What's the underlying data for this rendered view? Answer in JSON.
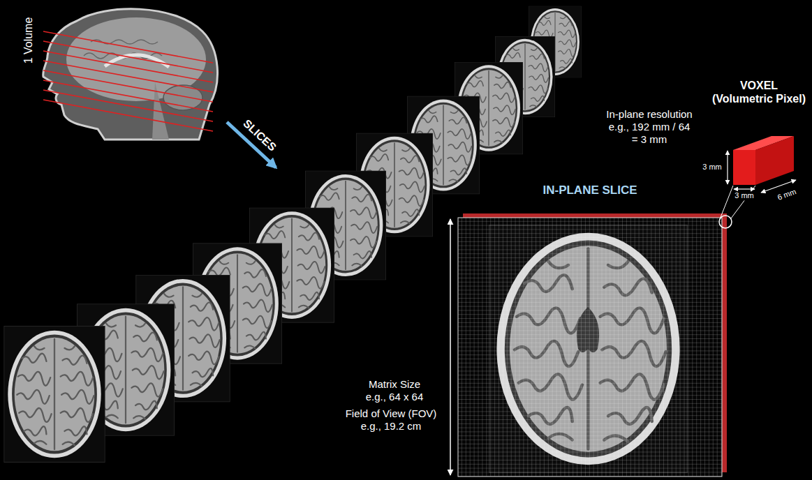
{
  "diagram": {
    "labels": [
      "1 Volume",
      "SLICES",
      "VOXEL (Volumetric Pixel)",
      "In-plane resolution e.g., 192 mm / 64 = 3 mm",
      "3 mm",
      "3 mm",
      "6 mm",
      "IN-PLANE SLICE",
      "Matrix Size e.g., 64 x 64",
      "Field of View (FOV) e.g., 19.2 cm"
    ]
  }
}
